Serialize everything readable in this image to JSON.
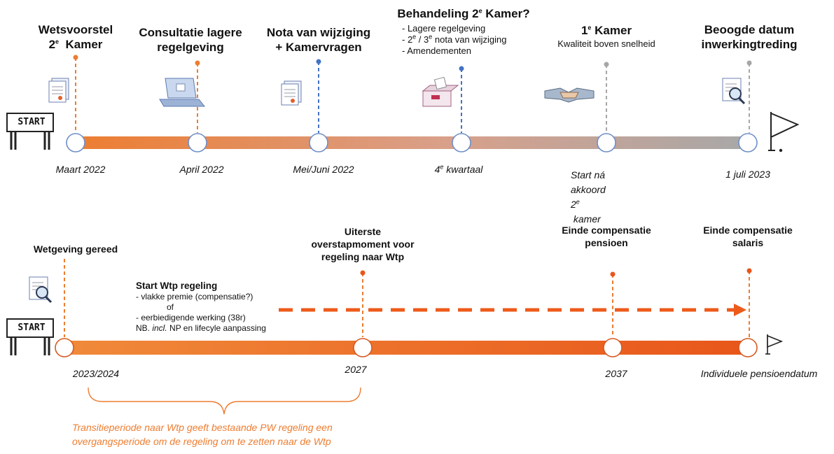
{
  "colors": {
    "orange": "#ed7d31",
    "blue": "#4472c4",
    "grey": "#a6a6a6",
    "dark_orange": "#e85a1b"
  },
  "top": {
    "milestones": [
      {
        "title_lines": [
          "Wetsvoorstel"
        ],
        "title_line2_pre": "2",
        "title_line2_sup": "e",
        "title_line2_post": "  Kamer",
        "date": "Maart 2022",
        "dot": "orange",
        "icon": "document-icon"
      },
      {
        "title_lines": [
          "Consultatie lagere",
          "regelgeving"
        ],
        "date": "April 2022",
        "dot": "orange",
        "icon": "laptop-icon"
      },
      {
        "title_lines": [
          "Nota van wijziging",
          "+ Kamervragen"
        ],
        "date": "Mei/Juni 2022",
        "dot": "blue",
        "icon": "document-icon"
      },
      {
        "title_pre": "Behandeling 2",
        "title_sup": "e",
        "title_post": " Kamer?",
        "date_pre": "4",
        "date_sup": "e",
        "date_post": " kwartaal",
        "dot": "blue",
        "icon": "ballot-box-icon"
      },
      {
        "title_pre": "1",
        "title_sup": "e",
        "title_post": " Kamer",
        "subtitle": "Kwaliteit boven snelheid",
        "date_line1": "Start ná akkoord",
        "date_line2_pre": "2",
        "date_line2_sup": "e",
        "date_line2_post": " kamer",
        "dot": "grey",
        "icon": "handshake-icon"
      },
      {
        "title_lines": [
          "Beoogde datum",
          "inwerkingtreding"
        ],
        "date": "1 juli 2023",
        "dot": "grey",
        "icon": "magnifier-document-icon"
      }
    ],
    "behandeling_notes": {
      "line1": "- Lagere regelgeving",
      "line2_a": "- 2",
      "line2_sup1": "e",
      "line2_b": " / 3",
      "line2_sup2": "e",
      "line2_c": " nota van wijziging",
      "line3": "- Amendementen"
    },
    "start_sign": "START"
  },
  "bottom": {
    "start_sign": "START",
    "milestones": [
      {
        "title": "Wetgeving gereed",
        "date": "2023/2024",
        "icon": "magnifier-document-icon"
      },
      {
        "title_lines": [
          "Uiterste",
          "overstapmoment voor",
          "regeling naar Wtp"
        ],
        "date": "2027"
      },
      {
        "title_lines": [
          "Einde compensatie",
          "pensioen"
        ],
        "date": "2037"
      },
      {
        "title_lines": [
          "Einde compensatie",
          "salaris"
        ],
        "date": "Individuele pensioendatum"
      }
    ],
    "wtp_start": {
      "heading": "Start Wtp regeling",
      "line1": "- vlakke premie (compensatie?)",
      "line2": "of",
      "line3": "- eerbiedigende werking (38r)",
      "line4_a": "NB. ",
      "line4_em": "incl.",
      "line4_b": " NP en lifecyle aanpassing"
    },
    "transitie": {
      "line1": "Transitieperiode naar Wtp geeft bestaande PW regeling een",
      "line2": "overgangsperiode om de regeling om te zetten naar de Wtp"
    }
  }
}
